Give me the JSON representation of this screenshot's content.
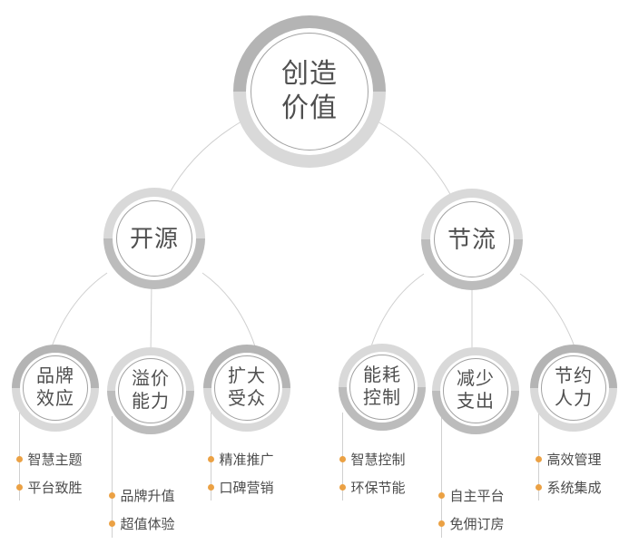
{
  "diagram": {
    "root": {
      "label": "创造\n价值"
    },
    "branches": [
      {
        "label": "开源"
      },
      {
        "label": "节流"
      }
    ],
    "leaves": [
      {
        "label": "品牌\n效应",
        "items": [
          "智慧主题",
          "平台致胜"
        ]
      },
      {
        "label": "溢价\n能力",
        "items": [
          "品牌升值",
          "超值体验"
        ]
      },
      {
        "label": "扩大\n受众",
        "items": [
          "精准推广",
          "口碑营销"
        ]
      },
      {
        "label": "能耗\n控制",
        "items": [
          "智慧控制",
          "环保节能"
        ]
      },
      {
        "label": "减少\n支出",
        "items": [
          "自主平台",
          "免佣订房"
        ]
      },
      {
        "label": "节约\n人力",
        "items": [
          "高效管理",
          "系统集成"
        ]
      }
    ],
    "colors": {
      "ring_dark": "#b4b4b4",
      "ring_light": "#d9d9d9",
      "bullet_accent": "#eba144",
      "text": "#4f4f4f",
      "connector": "#cfcfcf"
    }
  }
}
